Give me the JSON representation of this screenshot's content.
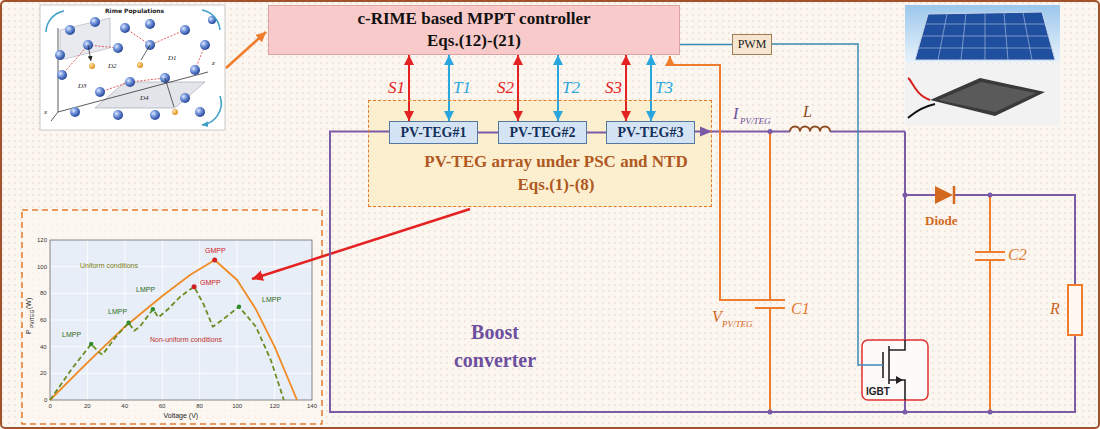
{
  "diagram": {
    "nodes": [
      {
        "text": [
          "c-RIME based MPPT controller",
          "Eqs.(12)-(21)"
        ]
      },
      {
        "text": [
          "PWM"
        ]
      },
      {
        "text": [
          "PV-TEG array under PSC and NTD",
          "Eqs.(1)-(8)"
        ]
      },
      {
        "text": [
          "PV-TEG#1"
        ],
        "in": 2
      },
      {
        "text": [
          "PV-TEG#2"
        ],
        "in": 2
      },
      {
        "text": [
          "PV-TEG#3"
        ],
        "in": 2
      }
    ],
    "edges": [
      {
        "from": 0,
        "to": 3,
        "arrow": "both",
        "label": "S1"
      },
      {
        "from": 0,
        "to": 3,
        "arrow": "both",
        "label": "T1"
      },
      {
        "from": 0,
        "to": 4,
        "arrow": "both",
        "label": "S2"
      },
      {
        "from": 0,
        "to": 4,
        "arrow": "both",
        "label": "T2"
      },
      {
        "from": 0,
        "to": 5,
        "arrow": "both",
        "label": "S3"
      },
      {
        "from": 0,
        "to": 5,
        "arrow": "both",
        "label": "T3"
      },
      {
        "from": 0,
        "to": 1,
        "arrow": "none"
      },
      {
        "from": 3,
        "to": 4,
        "arrow": "none"
      },
      {
        "from": 4,
        "to": 5,
        "arrow": "none"
      }
    ],
    "labels": [
      "Rime Populations",
      "x",
      "z",
      "D1",
      "D2",
      "D3",
      "D4",
      "Boost converter",
      "I",
      "PV/TEG",
      "L",
      "V",
      "PV/TEG",
      "C1",
      "IGBT",
      "Diode",
      "C2",
      "R",
      "GMPP",
      "GMPP",
      "LMPP",
      "LMPP",
      "LMPP",
      "LMPP",
      "Uniform conditions",
      "Non-uniform conditions",
      "Voltage (V)",
      "P",
      "PV/TEG",
      "(W)",
      "0",
      "20",
      "40",
      "60",
      "80",
      "100",
      "120",
      "0",
      "20",
      "40",
      "60",
      "80",
      "100",
      "120",
      "140"
    ]
  }
}
